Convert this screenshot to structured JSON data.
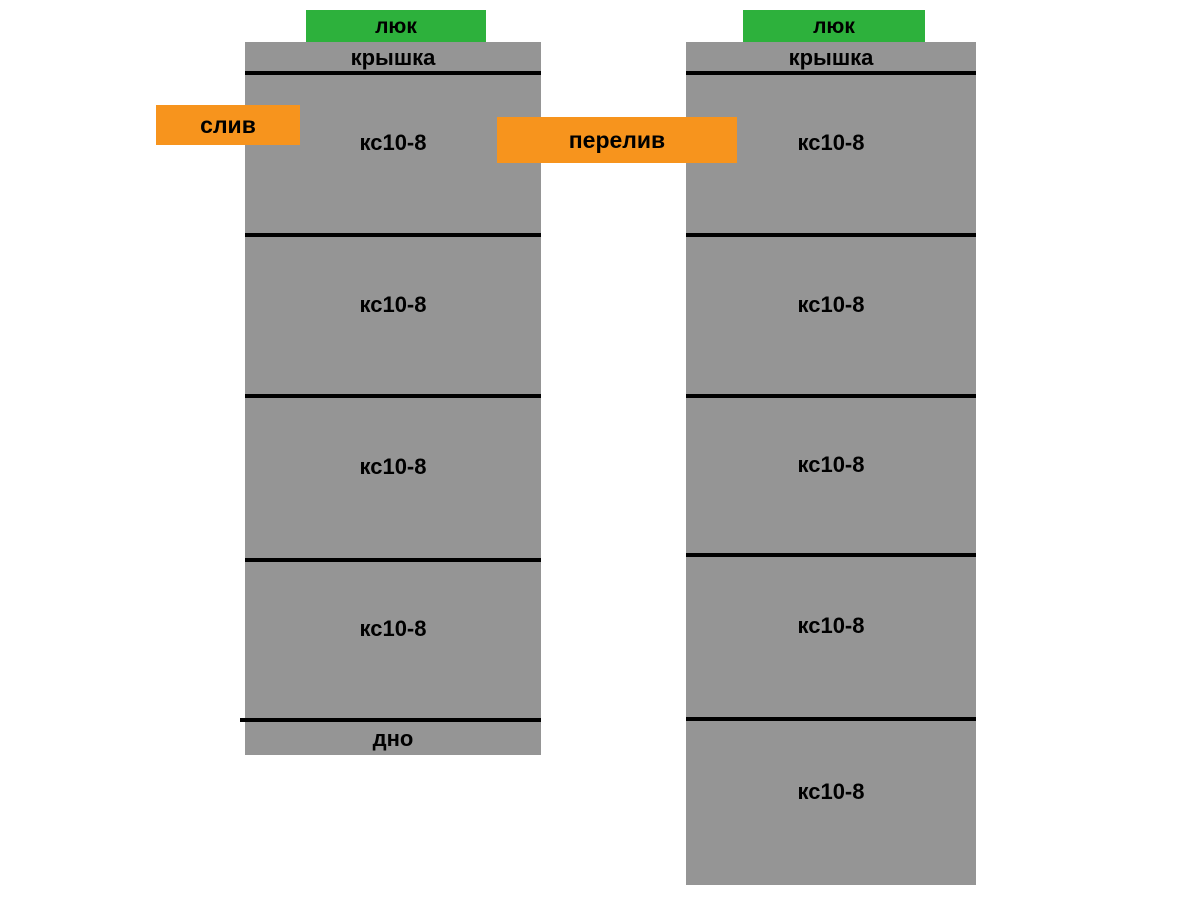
{
  "colors": {
    "ring_gray": "#959595",
    "hatch_green": "#2db13c",
    "tag_orange": "#f7941d",
    "line_black": "#000000",
    "background_white": "#ffffff"
  },
  "left_well": {
    "hatch": "люк",
    "cover": "крышка",
    "drain_tag": "слив",
    "rings": [
      "кс10-8",
      "кс10-8",
      "кс10-8",
      "кс10-8"
    ],
    "bottom": "дно"
  },
  "right_well": {
    "hatch": "люк",
    "cover": "крышка",
    "overflow_tag": "перелив",
    "rings": [
      "кс10-8",
      "кс10-8",
      "кс10-8",
      "кс10-8",
      "кс10-8"
    ]
  }
}
